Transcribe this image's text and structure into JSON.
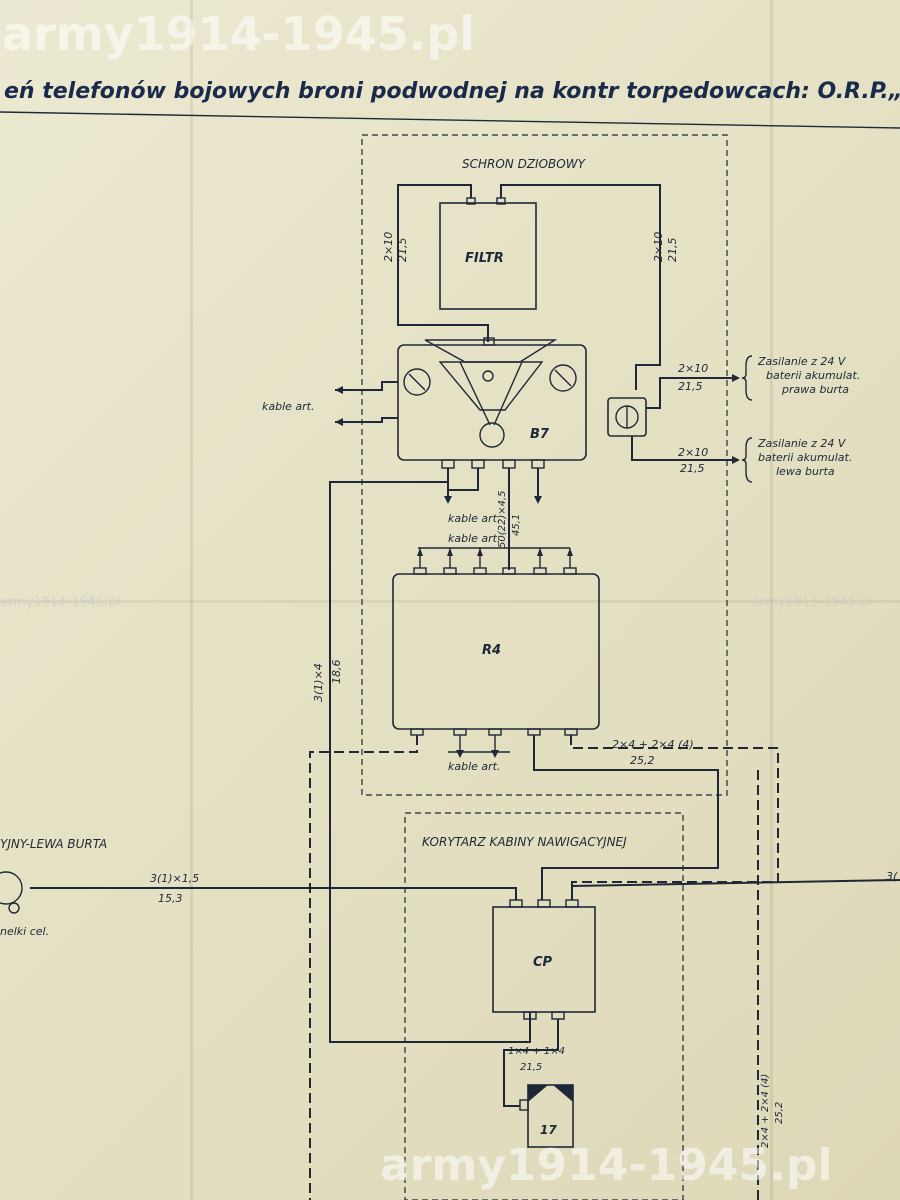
{
  "watermark": {
    "top": "army1914-1945.pl",
    "bottom": "army1914-1945.pl",
    "mid_left": "army1914-1945.pl",
    "mid_right": "army1913-1945.pl"
  },
  "title": "eń telefonów bojowych broni podwodnej na kontr torpedowcach: O.R.P.„",
  "sections": {
    "bow": "SCHRON DZIOBOWY",
    "corridor": "KORYTARZ KABINY NAWIGACYJNEJ",
    "left_side": "YJNY-LEWA BURTA"
  },
  "boxes": {
    "filtr": "FILTR",
    "b7": "B7",
    "r4": "R4",
    "cp": "CP",
    "i7": "17"
  },
  "cables": {
    "left_vert_a": "2×10",
    "left_vert_b": "21,5",
    "right_vert_a": "2×10",
    "right_vert_b": "21,5",
    "right_upper_a": "2×10",
    "right_upper_b": "21,5",
    "right_lower_a": "2×10",
    "right_lower_b": "21,5",
    "kable_b7_left": "kable art.",
    "kable_b7_bottom": "kable art.",
    "kable_r4_top": "kable art.",
    "kable_r4_bottom": "kable art.",
    "vert_mid_a": "50(22)×4,5",
    "vert_mid_b": "45,1",
    "vert_long_a": "3(1)×4",
    "vert_long_b": "18,6",
    "r4_out_a": "2×4 + 2×4 (4)",
    "r4_out_b": "25,2",
    "horiz_a": "3(1)×1,5",
    "horiz_b": "15,3",
    "cp_i7_a": "1×4 + 1×4",
    "cp_i7_b": "21,5",
    "right_long_a": "2×4 + 2×4 (4)",
    "right_long_b": "25,2",
    "right_edge": "3("
  },
  "power": {
    "upper_line1": "Zasilanie z 24 V",
    "upper_line2": "baterii akumulat.",
    "upper_line3": "prawa burta",
    "lower_line1": "Zasilanie z 24 V",
    "lower_line2": "baterii akumulat.",
    "lower_line3": "lewa burta"
  },
  "left_fragment": "nelki cel."
}
